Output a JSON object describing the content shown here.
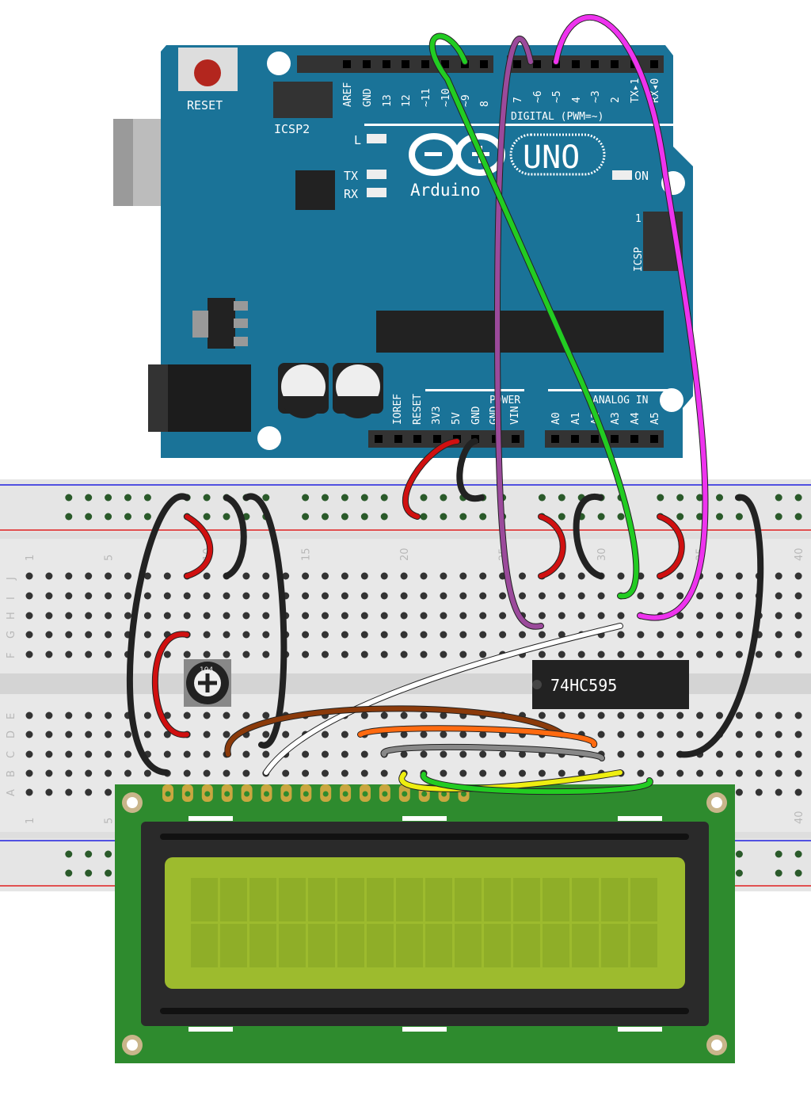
{
  "arduino": {
    "reset_label": "RESET",
    "icsp2_label": "ICSP2",
    "icsp_label": "ICSP",
    "icsp_pin1": "1",
    "l_label": "L",
    "tx_label": "TX",
    "rx_label": "RX",
    "on_label": "ON",
    "logo_text": "Arduino",
    "model": "UNO",
    "digital_label": "DIGITAL (PWM=~)",
    "power_label": "POWER",
    "analog_label": "ANALOG IN",
    "digital_pins": [
      "AREF",
      "GND",
      "13",
      "12",
      "~11",
      "~10",
      "~9",
      "8",
      "7",
      "~6",
      "~5",
      "4",
      "~3",
      "2",
      "TX▸1",
      "RX◂0"
    ],
    "power_pins": [
      "IOREF",
      "RESET",
      "3V3",
      "5V",
      "GND",
      "GND",
      "VIN"
    ],
    "analog_pins": [
      "A0",
      "A1",
      "A2",
      "A3",
      "A4",
      "A5"
    ],
    "color": "#1a7398"
  },
  "breadboard": {
    "column_labels": [
      "1",
      "5",
      "10",
      "15",
      "20",
      "25",
      "30",
      "35",
      "40"
    ],
    "row_labels_top": [
      "J",
      "I",
      "H",
      "G",
      "F"
    ],
    "row_labels_bottom": [
      "E",
      "D",
      "C",
      "B",
      "A"
    ],
    "rail_colors": {
      "positive": "#e02020",
      "negative": "#2020e0"
    }
  },
  "components": {
    "shift_register": "74HC595",
    "potentiometer": "104",
    "lcd": {
      "type": "16x2",
      "screen_color": "#9dbb2e",
      "board_color": "#2e8b2e"
    }
  },
  "wires": [
    {
      "color": "#222222"
    },
    {
      "color": "#d01010"
    },
    {
      "color": "#222222"
    },
    {
      "color": "#222222"
    },
    {
      "color": "#d01010"
    },
    {
      "color": "#d01010"
    },
    {
      "color": "#222222"
    },
    {
      "color": "#9b4a9b"
    },
    {
      "color": "#ee33ee"
    },
    {
      "color": "#22cc22"
    },
    {
      "color": "#d01010"
    },
    {
      "color": "#222222"
    },
    {
      "color": "#d01010"
    },
    {
      "color": "#222222"
    },
    {
      "color": "#ffffff"
    },
    {
      "color": "#8b3a0a"
    },
    {
      "color": "#ff6a10"
    },
    {
      "color": "#888888"
    },
    {
      "color": "#eeee10"
    },
    {
      "color": "#22cc22"
    }
  ]
}
